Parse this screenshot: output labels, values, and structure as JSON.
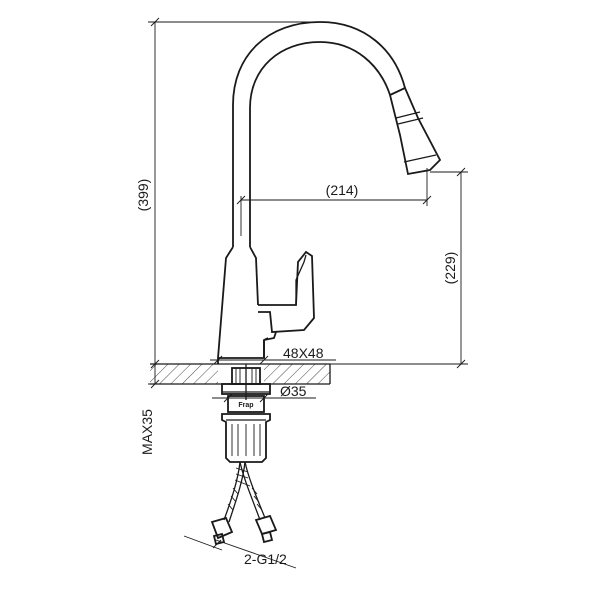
{
  "dimensions": {
    "overall_height": "(399)",
    "spout_reach": "(214)",
    "spout_height": "(229)",
    "base_size": "48X48",
    "mount_diameter": "Ø35",
    "max_thickness": "MAX35",
    "connections": "2-G1/2"
  },
  "nut_marking": "Frap"
}
